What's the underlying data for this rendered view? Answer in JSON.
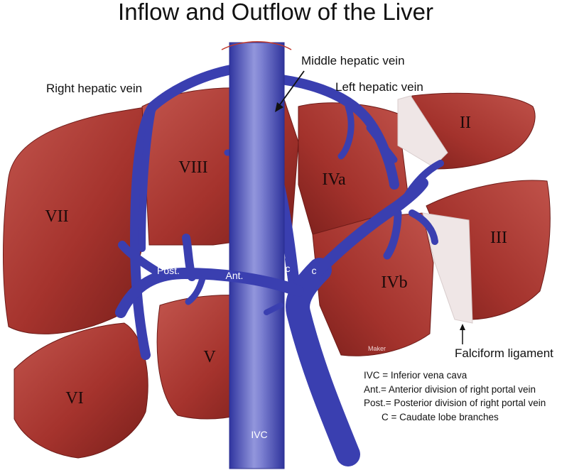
{
  "title": "Inflow and Outflow of the Liver",
  "segments": {
    "II": "II",
    "III": "III",
    "IVa": "IVa",
    "IVb": "IVb",
    "V": "V",
    "VI": "VI",
    "VII": "VII",
    "VIII": "VIII"
  },
  "vein_labels": {
    "right_hepatic": "Right hepatic vein",
    "middle_hepatic": "Middle hepatic vein",
    "left_hepatic": "Left hepatic vein",
    "falciform": "Falciform ligament"
  },
  "inner_labels": {
    "post": "Post.",
    "ant": "Ant.",
    "c1": "c",
    "c2": "c",
    "ivc": "IVC",
    "maker": "Maker"
  },
  "legend": [
    "IVC = Inferior vena cava",
    "Ant.= Anterior division of right portal vein",
    "Post.= Posterior division of right portal vein",
    "C = Caudate lobe branches"
  ],
  "colors": {
    "liver": "#a8352f",
    "liver_dark": "#7e211e",
    "liver_light": "#c45a52",
    "vein": "#3a3fb0",
    "vein_dark": "#24288a",
    "ivc_light": "#8a8ed8",
    "ligament": "#efe6e6"
  }
}
